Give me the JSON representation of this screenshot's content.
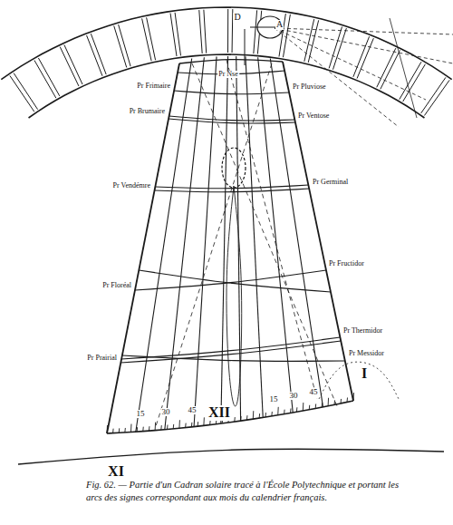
{
  "diagram": {
    "caption": "Fig. 62. — Partie d'un Cadran solaire tracé à l'École Polytechnique et portant les arcs des signes correspondant aux mois du calendrier français.",
    "labels": [
      "D",
      "A",
      "Pr Nse",
      "Pr Frimaire",
      "Pr Pluviose",
      "Pr Brumaire",
      "Pr Ventose",
      "Pr Germinal",
      "Pr Vendémre",
      "Pr Fructidor",
      "Pr Floréal",
      "Pr Thermidor",
      "Pr Prairial",
      "Pr Messidor",
      "15",
      "30",
      "45",
      "XII",
      "15",
      "30",
      "45",
      "I",
      "XI"
    ]
  }
}
